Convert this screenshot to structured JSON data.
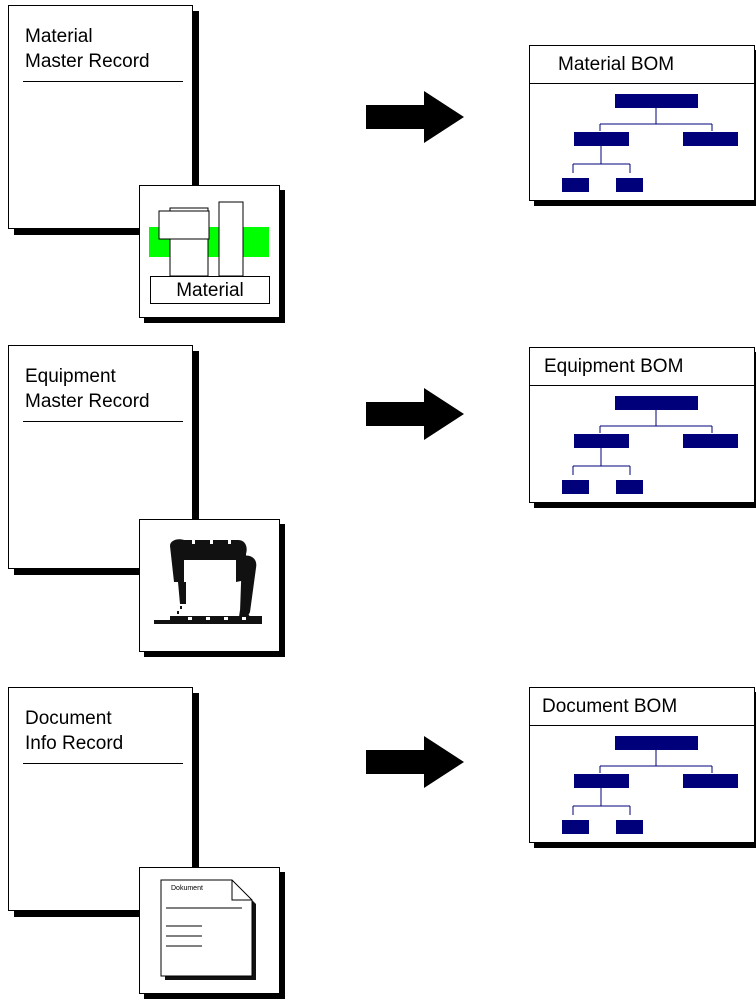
{
  "rows": [
    {
      "record_lines": [
        "Material",
        "Master Record"
      ],
      "icon": "material-icon",
      "icon_label": "Material",
      "bom_title": "Material BOM"
    },
    {
      "record_lines": [
        "Equipment",
        "Master Record"
      ],
      "icon": "equipment-icon",
      "bom_title": "Equipment BOM"
    },
    {
      "record_lines": [
        "Document",
        "Info Record"
      ],
      "icon": "document-icon",
      "icon_label": "Dokument",
      "bom_title": "Document BOM"
    }
  ],
  "colors": {
    "tree_node": "#00007b",
    "material_highlight": "#00ff00",
    "outline": "#000000"
  }
}
